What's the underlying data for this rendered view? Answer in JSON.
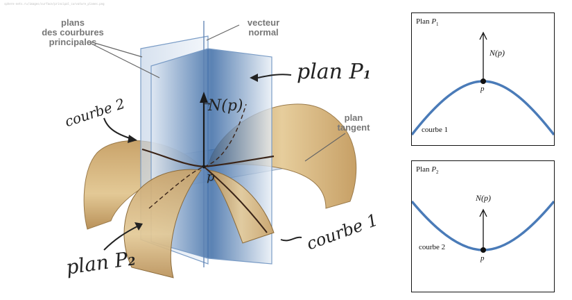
{
  "header_url": "sphere-nets.ru/images/surface/principal_curvature_planes.png",
  "left": {
    "label_planes": [
      "plans",
      "des courbures",
      "principales"
    ],
    "label_normal": [
      "vecteur",
      "normal"
    ],
    "label_plan_p1": "plan P",
    "label_plan_p1_sub": "1",
    "label_normal_vec": "N(p)",
    "label_courbe2": "courbe 2",
    "label_tangent": [
      "plan",
      "tangent"
    ],
    "label_p": "p",
    "label_courbe1": "courbe 1",
    "label_plan_p2": "plan P",
    "label_plan_p2_sub": "2"
  },
  "box1": {
    "title": "Plan",
    "title_var": "P",
    "title_sub": "1",
    "vec": "N(p)",
    "point": "p",
    "curve": "courbe 1"
  },
  "box2": {
    "title": "Plan",
    "title_var": "P",
    "title_sub": "2",
    "vec": "N(p)",
    "point": "p",
    "curve": "courbe 2"
  },
  "colors": {
    "surface": "#d9b57a",
    "plane_blue": "#5b7fb0",
    "curve_blue": "#4a7bb8"
  }
}
